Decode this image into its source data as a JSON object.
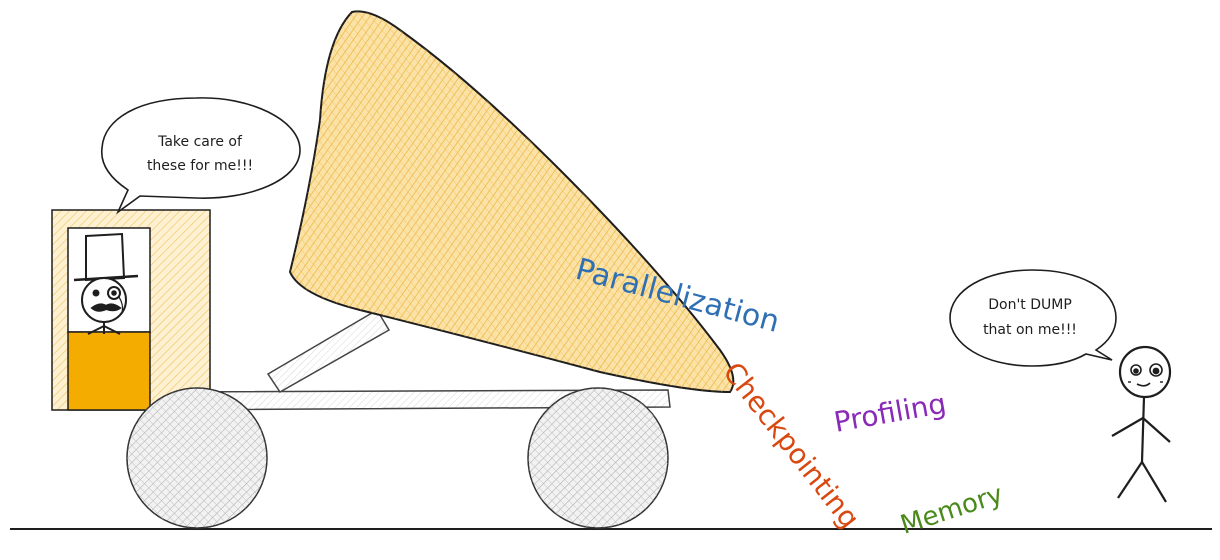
{
  "speech": {
    "boss": [
      "Take care of",
      "these for me!!!"
    ],
    "person": [
      "Don't DUMP",
      "that on me!!!"
    ]
  },
  "tasks": {
    "parallelization": "Parallelization",
    "checkpointing": "Checkpointing",
    "profiling": "Profiling",
    "memory": "Memory"
  },
  "colors": {
    "load_fill": "#f4c25a",
    "cab_fill": "#f6cf6e",
    "cab_lower": "#f5ac00",
    "wheel_fill": "#c8c8c8",
    "parallelization": "#2f6fb3",
    "checkpointing": "#d9480f",
    "profiling": "#8a2bb8",
    "memory": "#4a8a1a",
    "ink": "#1e1e1e"
  }
}
